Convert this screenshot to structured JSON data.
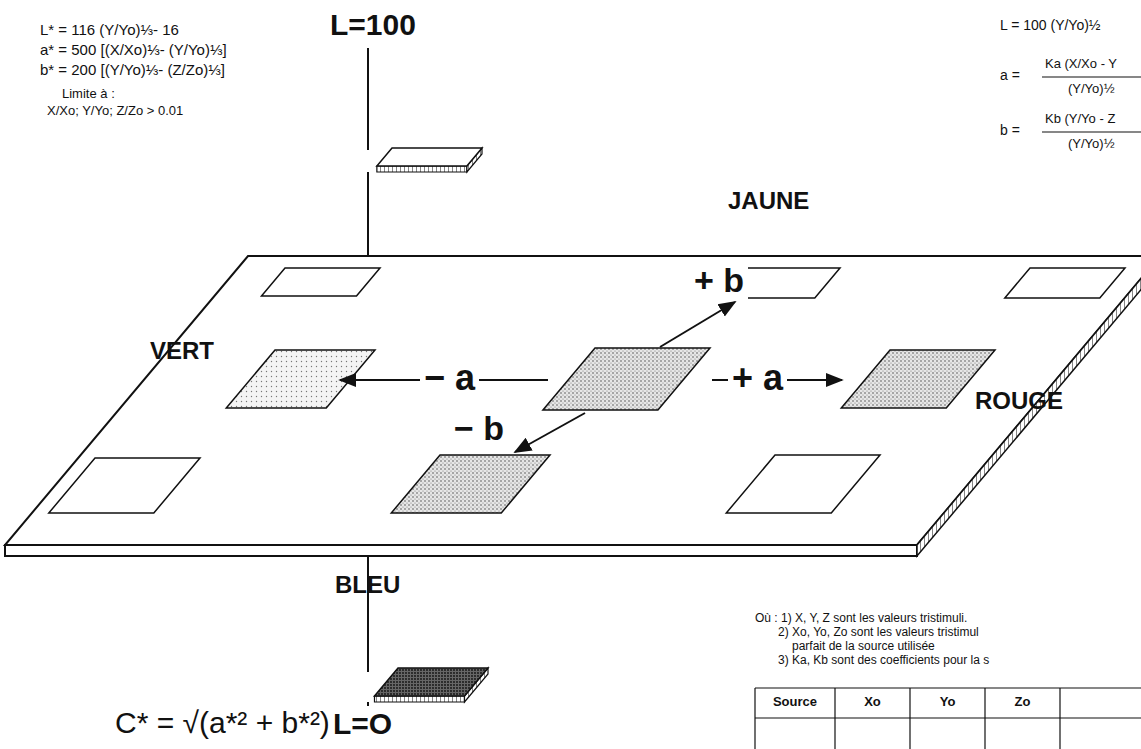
{
  "diagram": {
    "labels": [
      "L* = 116 (Y/Yo)⅓- 16",
      "a* = 500 [(X/Xo)⅓- (Y/Yo)⅓]",
      "b* = 200 [(Y/Yo)⅓- (Z/Zo)⅓]",
      "Limite à :",
      "X/Xo; Y/Yo; Z/Zo > 0.01",
      "L=100",
      "L = 100 (Y/Yo)½",
      "a =",
      "Ka (X/Xo - Y",
      "(Y/Yo)½",
      "b =",
      "Kb (Y/Yo - Z",
      "(Y/Yo)½",
      "JAUNE",
      "VERT",
      "+ b",
      "− a",
      "+ a",
      "ROUGE",
      "− b",
      "BLEU",
      "L=O",
      "C* = √(a*² + b*²)",
      "Où : 1) X, Y, Z sont les valeurs tristimuli.",
      "2) Xo, Yo, Zo sont les valeurs tristimul",
      "parfait de la source utilisée",
      "3) Ka, Kb sont des coefficients pour la s",
      "Source",
      "Xo",
      "Yo",
      "Zo"
    ]
  }
}
